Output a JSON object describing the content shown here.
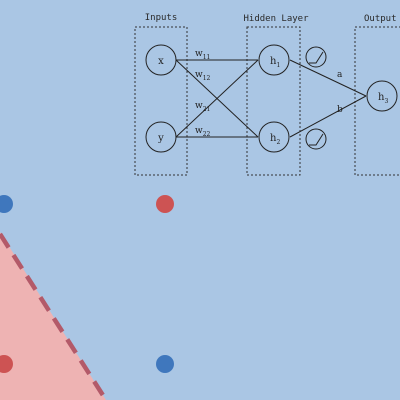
{
  "network": {
    "layers": {
      "inputs": "Inputs",
      "hidden": "Hidden Layer",
      "output": "Output"
    },
    "nodes": {
      "x": "x",
      "y": "y",
      "h1": "h",
      "h1_sub": "1",
      "h2": "h",
      "h2_sub": "2",
      "h3": "h",
      "h3_sub": "3"
    },
    "weights": {
      "w11": "w",
      "w11_sub": "11",
      "w12": "w",
      "w12_sub": "12",
      "w21": "w",
      "w21_sub": "21",
      "w22": "w",
      "w22_sub": "22",
      "a": "a",
      "b": "b"
    },
    "activation_icon": "relu-icon"
  },
  "colors": {
    "background": "#aac6e4",
    "class_red": "#cd5353",
    "class_blue": "#3f77bd",
    "region_red": "#eeb3b3",
    "boundary": "#b35a69"
  }
}
